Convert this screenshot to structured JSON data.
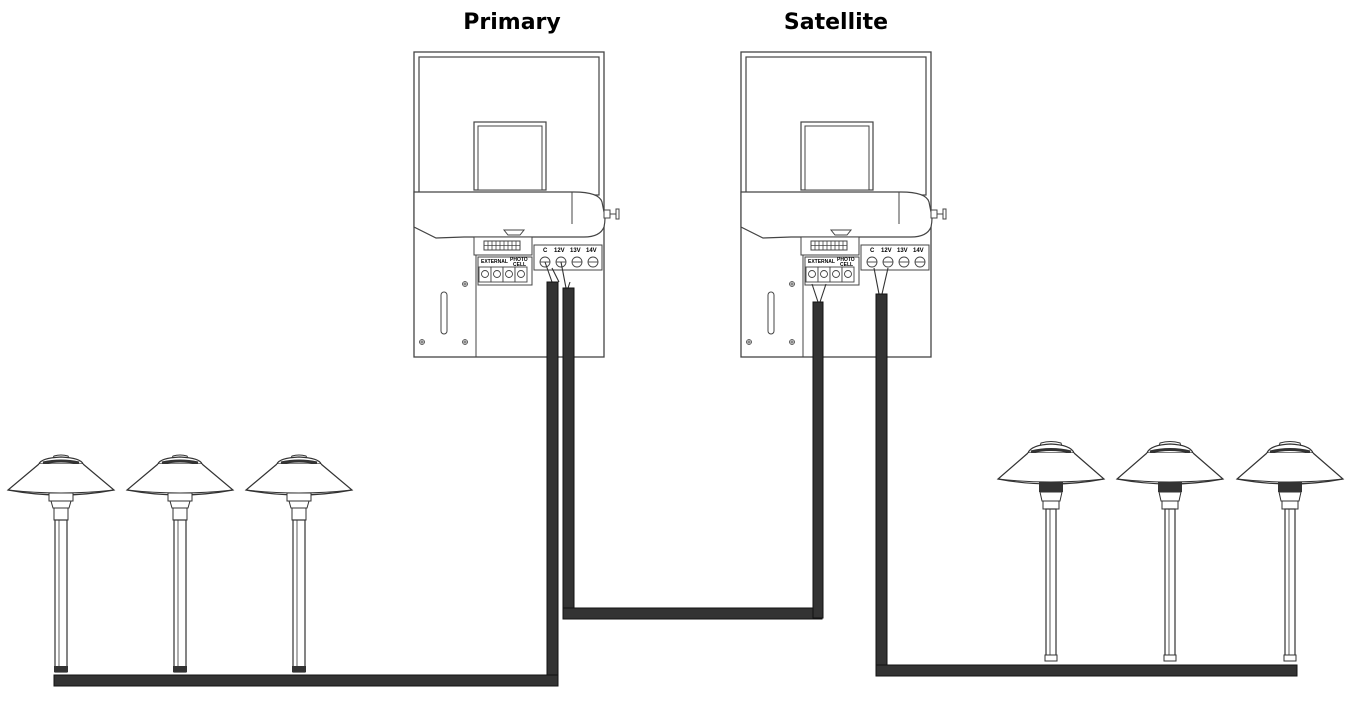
{
  "transformers": [
    {
      "id": "primary",
      "title": "Primary",
      "terminal_labels": [
        "C",
        "12V",
        "13V",
        "14V"
      ],
      "external_label": "EXTERNAL",
      "photo_label": "PHOTO",
      "cell_label": "CELL"
    },
    {
      "id": "satellite",
      "title": "Satellite",
      "terminal_labels": [
        "C",
        "12V",
        "13V",
        "14V"
      ],
      "external_label": "EXTERNAL",
      "photo_label": "PHOTO",
      "cell_label": "CELL"
    }
  ],
  "colors": {
    "cable": "#333333",
    "outline": "#444444"
  }
}
